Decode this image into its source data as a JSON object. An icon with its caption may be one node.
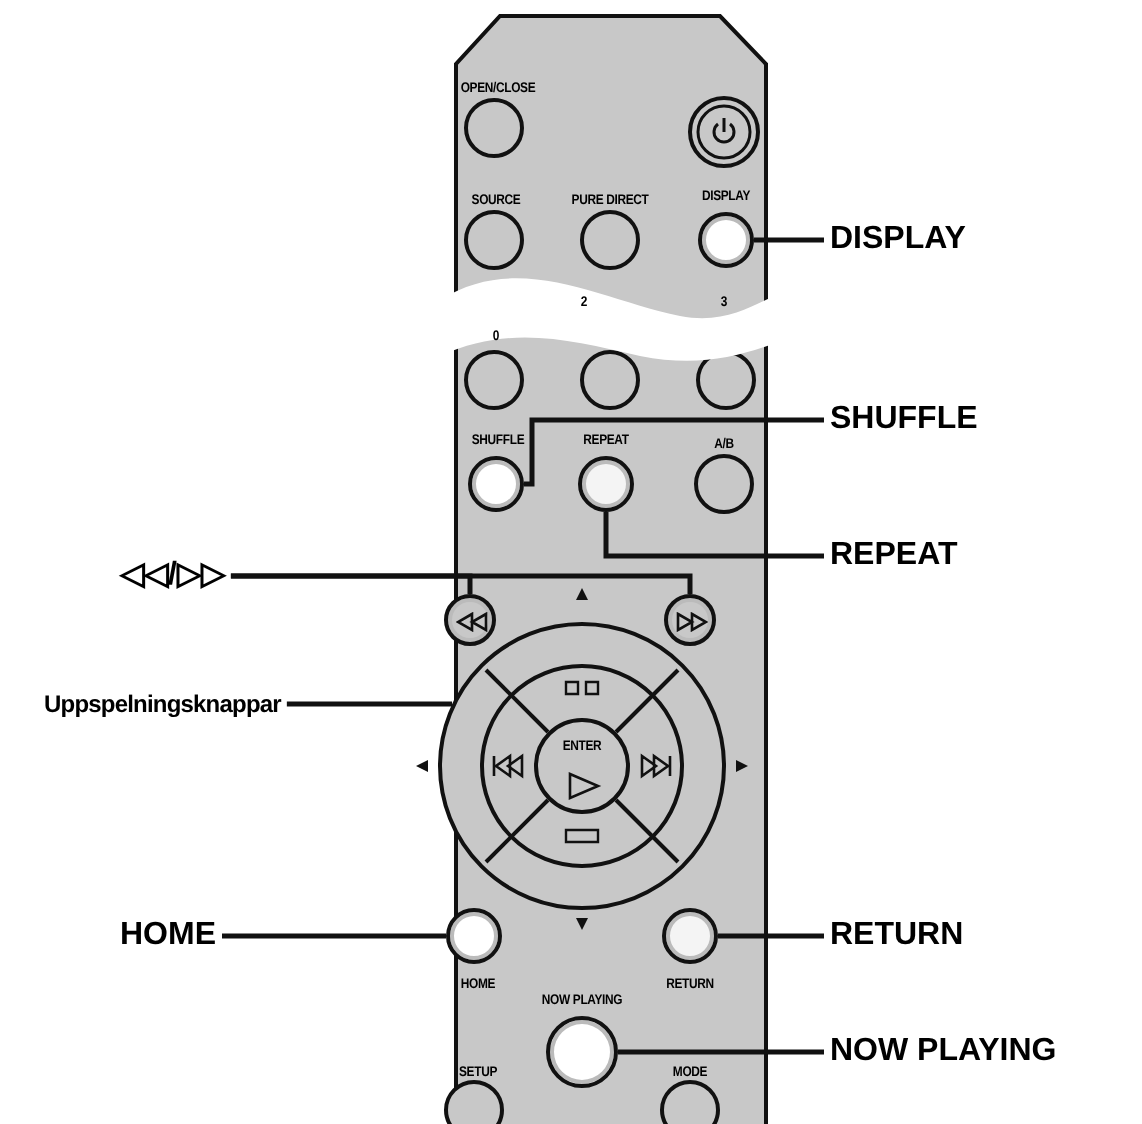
{
  "diagram": {
    "nodes": [
      {
        "text": [
          "DISPLAY"
        ]
      },
      {
        "text": [],
        "shape": "circle",
        "beside": [
          "DISPLAY"
        ]
      },
      {
        "text": [
          "SHUFFLE"
        ]
      },
      {
        "text": [],
        "shape": "circle",
        "beside": [
          "SHUFFLE"
        ]
      },
      {
        "text": [
          "REPEAT"
        ]
      },
      {
        "text": [],
        "shape": "circle",
        "beside": [
          "REPEAT"
        ]
      },
      {
        "text": [
          "◁◁/▷▷"
        ]
      },
      {
        "text": [],
        "shape": "circle"
      },
      {
        "text": [],
        "shape": "circle"
      },
      {
        "text": [
          "Uppspelningsknappar"
        ]
      },
      {
        "text": [],
        "shape": "circle"
      },
      {
        "text": [
          "HOME"
        ]
      },
      {
        "text": [],
        "shape": "circle",
        "beside": [
          "HOME"
        ]
      },
      {
        "text": [
          "RETURN"
        ]
      },
      {
        "text": [],
        "shape": "circle",
        "beside": [
          "RETURN"
        ]
      },
      {
        "text": [
          "NOW PLAYING"
        ]
      },
      {
        "text": [],
        "shape": "circle",
        "beside": [
          "NOW PLAYING"
        ]
      }
    ],
    "edges": [
      {
        "from": 0,
        "to": 1,
        "arrow": "none"
      },
      {
        "from": 2,
        "to": 3,
        "arrow": "none"
      },
      {
        "from": 4,
        "to": 5,
        "arrow": "none"
      },
      {
        "from": 6,
        "to": 7,
        "arrow": "none"
      },
      {
        "from": 6,
        "to": 8,
        "arrow": "none"
      },
      {
        "from": 9,
        "to": 10,
        "arrow": "none"
      },
      {
        "from": 11,
        "to": 12,
        "arrow": "none"
      },
      {
        "from": 13,
        "to": 14,
        "arrow": "none"
      },
      {
        "from": 15,
        "to": 16,
        "arrow": "none"
      }
    ],
    "labels": [
      "OPEN/CLOSE",
      "SOURCE",
      "PURE DIRECT",
      "2",
      "3",
      "0",
      "A/B",
      "ENTER",
      "SETUP",
      "MODE"
    ]
  }
}
